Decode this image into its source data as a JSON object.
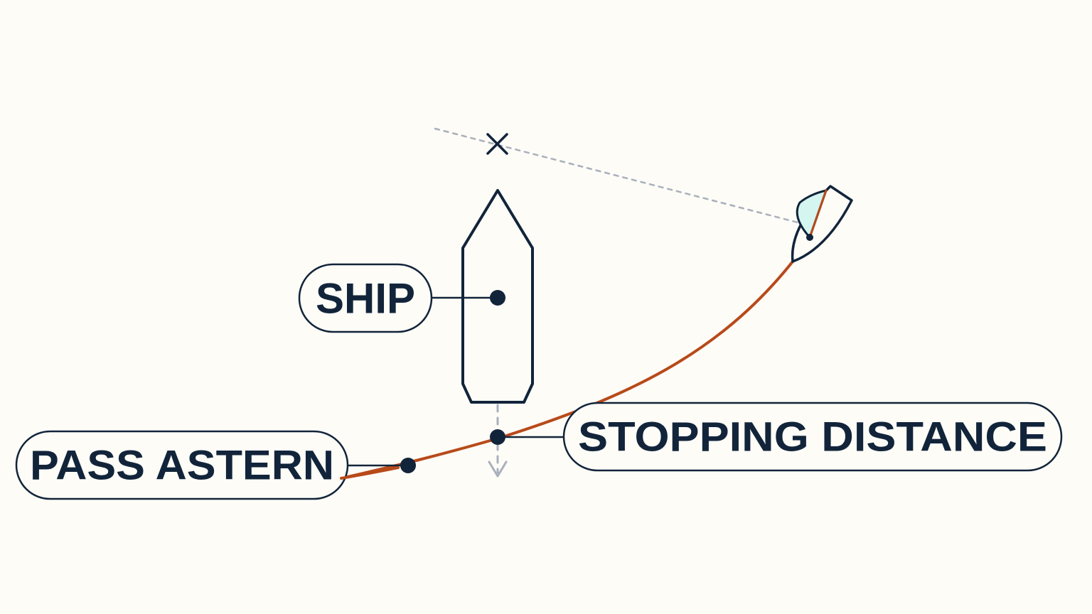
{
  "labels": {
    "ship": "SHIP",
    "pass_astern": "PASS ASTERN",
    "stopping_distance": "STOPPING DISTANCE"
  },
  "colors": {
    "background": "#fdfcf7",
    "ink": "#12243a",
    "track": "#b84a1a",
    "dashed": "#a9b0bc",
    "sail": "#d4f5f0",
    "hull_fill": "#fdfcf7"
  },
  "icons": {
    "collision_point": "x-mark-icon",
    "ship": "ship-outline-icon",
    "sailboat": "sailboat-icon",
    "stern_arrow": "dashed-arrow-down-icon"
  }
}
